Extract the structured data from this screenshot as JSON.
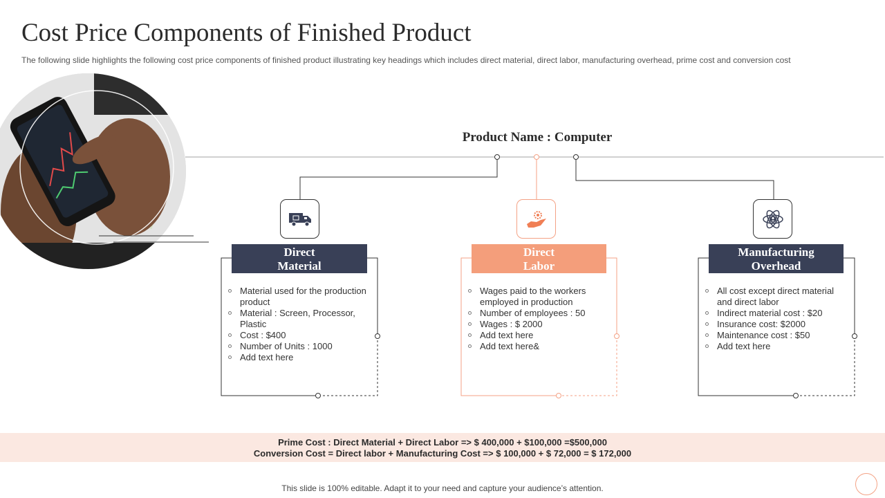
{
  "title": "Cost Price Components of Finished Product",
  "subtitle": "The following slide highlights the following cost price components of finished product illustrating key headings which includes direct material, direct labor, manufacturing overhead, prime cost and conversion cost",
  "product_name": "Product Name : Computer",
  "cards": [
    {
      "title": "Direct\nMaterial",
      "icon": "delivery-truck-icon",
      "items": [
        "Material used for the production product",
        "Material : Screen, Processor, Plastic",
        "Cost : $400",
        "Number of Units : 1000",
        "Add text here"
      ]
    },
    {
      "title": "Direct\nLabor",
      "icon": "hand-gear-icon",
      "items": [
        "Wages paid to the workers employed in production",
        "Number of employees : 50",
        "Wages : $ 2000",
        "Add text here",
        "Add text here&"
      ]
    },
    {
      "title": "Manufacturing\nOverhead",
      "icon": "atom-person-icon",
      "items": [
        "All cost except direct material and direct labor",
        "Indirect material cost : $20",
        "Insurance cost: $2000",
        "Maintenance cost : $50",
        "Add text here"
      ]
    }
  ],
  "formulas": {
    "prime": "Prime Cost  : Direct Material + Direct Labor => $ 400,000 + $100,000 =$500,000",
    "conversion": "Conversion  Cost = Direct labor + Manufacturing Cost => $ 100,000 + $ 72,000 = $ 172,000"
  },
  "footer": "This slide is 100% editable. Adapt it to your need and capture your audience’s attention.",
  "colors": {
    "dark": "#394057",
    "accent": "#f49e7b",
    "band": "#fbe8e1"
  }
}
